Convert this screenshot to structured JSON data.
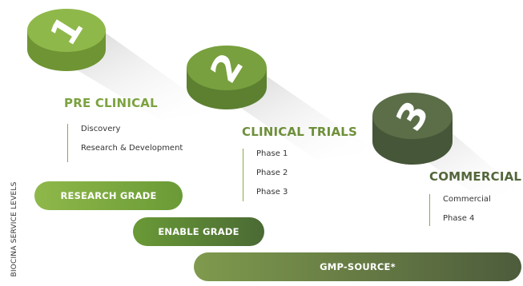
{
  "side_label": "BIOCINA SERVICE LEVELS",
  "stages": [
    {
      "number": "1",
      "title": "PRE CLINICAL",
      "items": [
        "Discovery",
        "Research & Development"
      ],
      "title_color": "#7ba23f",
      "disc_top": "#8fb84a",
      "disc_side": "#6e9433"
    },
    {
      "number": "2",
      "title": "CLINICAL TRIALS",
      "items": [
        "Phase 1",
        "Phase 2",
        "Phase 3"
      ],
      "title_color": "#6e8f3a",
      "disc_top": "#78a03e",
      "disc_side": "#5c8030"
    },
    {
      "number": "3",
      "title": "COMMERCIAL",
      "items": [
        "Commercial",
        "Phase 4"
      ],
      "title_color": "#53663a",
      "disc_top": "#5b6e48",
      "disc_side": "#465638"
    }
  ],
  "bands": [
    {
      "label": "RESEARCH GRADE",
      "color_start": "#8fb84a",
      "color_end": "#6a9a36"
    },
    {
      "label": "ENABLE GRADE",
      "color_start": "#6a9a36",
      "color_end": "#4a6a34"
    },
    {
      "label": "GMP-SOURCE*",
      "color_start": "#7f9a4d",
      "color_end": "#4d5c3c"
    }
  ]
}
